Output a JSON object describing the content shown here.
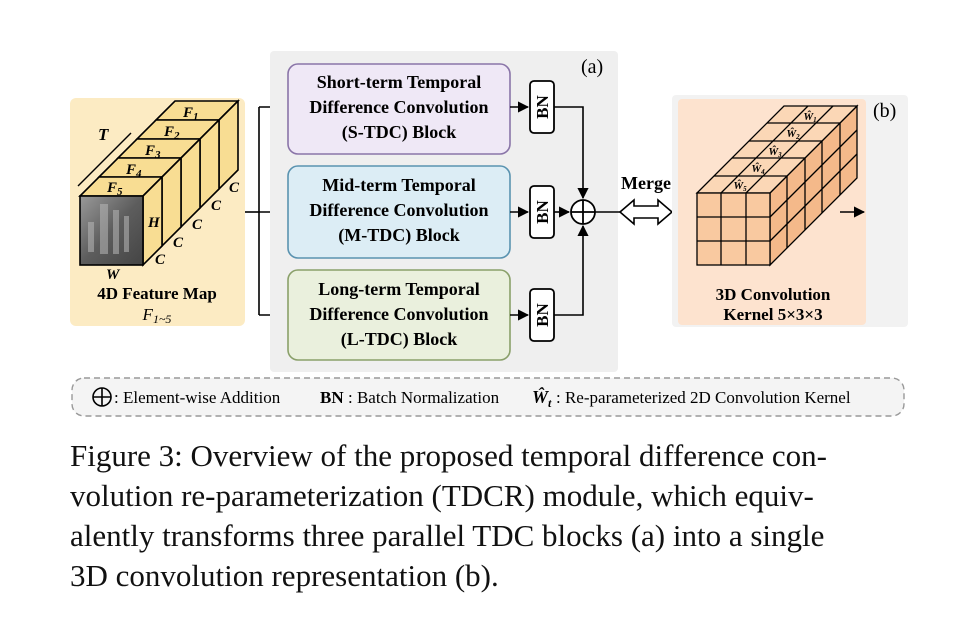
{
  "figure": {
    "feature_map": {
      "title": "4D Feature Map",
      "sub_main": "F",
      "sub_idx": "1~5",
      "frames": [
        {
          "main": "F",
          "sub": "1"
        },
        {
          "main": "F",
          "sub": "2"
        },
        {
          "main": "F",
          "sub": "3"
        },
        {
          "main": "F",
          "sub": "4"
        },
        {
          "main": "F",
          "sub": "5"
        }
      ],
      "dim_T": "T",
      "dim_H": "H",
      "dim_W": "W",
      "dim_C": "C"
    },
    "panel_a": {
      "tag": "(a)",
      "blocks": [
        {
          "lines": [
            "Short-term Temporal",
            "Difference Convolution",
            "(S-TDC) Block"
          ],
          "fill": "#efe8f6",
          "stroke": "#8a75a8"
        },
        {
          "lines": [
            "Mid-term Temporal",
            "Difference Convolution",
            "(M-TDC) Block"
          ],
          "fill": "#dcedf5",
          "stroke": "#5a93b0"
        },
        {
          "lines": [
            "Long-term Temporal",
            "Difference Convolution",
            "(L-TDC) Block"
          ],
          "fill": "#eaf0dd",
          "stroke": "#8aa06a"
        }
      ],
      "bn_label": "BN",
      "merge_label": "Merge"
    },
    "panel_b": {
      "tag": "(b)",
      "title_lines": [
        "3D Convolution",
        "Kernel 5×3×3"
      ],
      "kernels": [
        {
          "main": "Ŵ",
          "sub": "1"
        },
        {
          "main": "Ŵ",
          "sub": "2"
        },
        {
          "main": "Ŵ",
          "sub": "3"
        },
        {
          "main": "Ŵ",
          "sub": "4"
        },
        {
          "main": "Ŵ",
          "sub": "5"
        }
      ]
    },
    "legend": {
      "add_text": ": Element-wise Addition",
      "bn_bold": "BN",
      "bn_text": ": Batch Normalization",
      "w_main": "Ŵ",
      "w_sub": "t",
      "w_text": ": Re-parameterized 2D Convolution Kernel"
    },
    "colors": {
      "feature_bg": "#fcebc3",
      "slab_face": "#f8dd93",
      "panel_a_bg": "#efefef",
      "panel_b_bg": "#f2f2f2",
      "panel_b_inner": "#fde3cf",
      "cube_front": "#f9c9a0",
      "cube_top": "#fbd7b6",
      "cube_side": "#f4b98a"
    }
  },
  "caption": {
    "lines": [
      "Figure 3: Overview of the proposed temporal difference con-",
      "volution re-parameterization (TDCR) module, which equiv-",
      "alently transforms three parallel TDC blocks (a) into a single",
      "3D convolution representation (b)."
    ]
  }
}
